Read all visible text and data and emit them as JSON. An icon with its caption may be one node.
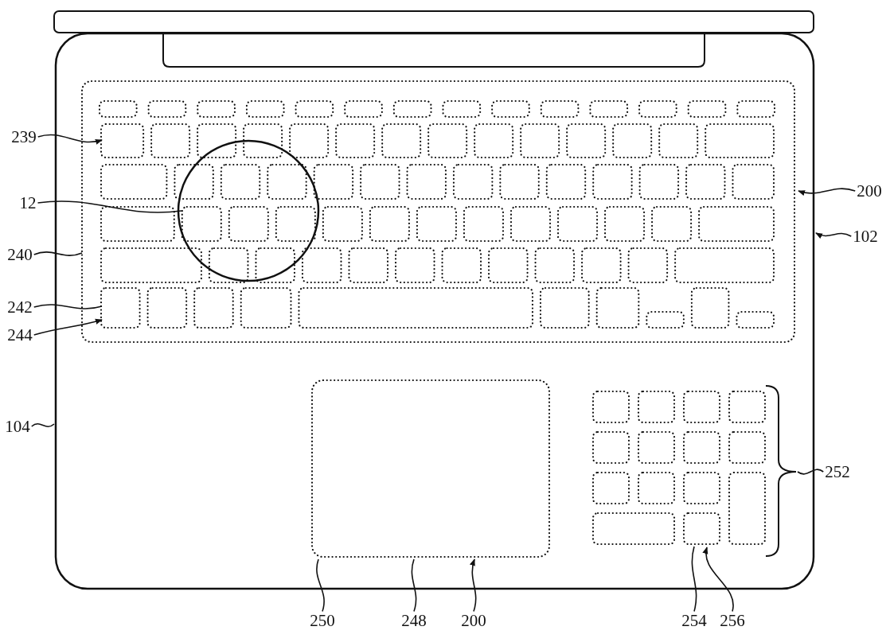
{
  "diagram": {
    "nodes": [
      {
        "text": [
          "239"
        ]
      },
      {
        "text": [
          "12"
        ]
      },
      {
        "text": [
          "200"
        ]
      },
      {
        "text": [
          "240"
        ]
      },
      {
        "text": [
          "102"
        ]
      },
      {
        "text": [
          "242"
        ]
      },
      {
        "text": [
          "244"
        ]
      },
      {
        "text": [
          "104"
        ]
      },
      {
        "text": [
          "252"
        ]
      },
      {
        "text": [
          "250"
        ]
      },
      {
        "text": [
          "248"
        ]
      },
      {
        "text": [
          "200"
        ]
      },
      {
        "text": [
          "254"
        ]
      },
      {
        "text": [
          "256"
        ]
      }
    ],
    "edges": [
      {
        "from": 0,
        "to": null,
        "arrow": "to"
      },
      {
        "from": 1,
        "to": null,
        "arrow": "none"
      },
      {
        "from": 2,
        "to": null,
        "arrow": "to"
      },
      {
        "from": 3,
        "to": null,
        "arrow": "none"
      },
      {
        "from": 4,
        "to": null,
        "arrow": "to"
      },
      {
        "from": 5,
        "to": null,
        "arrow": "none"
      },
      {
        "from": 6,
        "to": null,
        "arrow": "to"
      },
      {
        "from": 7,
        "to": null,
        "arrow": "none"
      },
      {
        "from": 8,
        "to": null,
        "arrow": "none"
      },
      {
        "from": 9,
        "to": null,
        "arrow": "none"
      },
      {
        "from": 10,
        "to": null,
        "arrow": "none"
      },
      {
        "from": 11,
        "to": null,
        "arrow": "to"
      },
      {
        "from": 12,
        "to": null,
        "arrow": "none"
      },
      {
        "from": 13,
        "to": null,
        "arrow": "to"
      }
    ]
  }
}
